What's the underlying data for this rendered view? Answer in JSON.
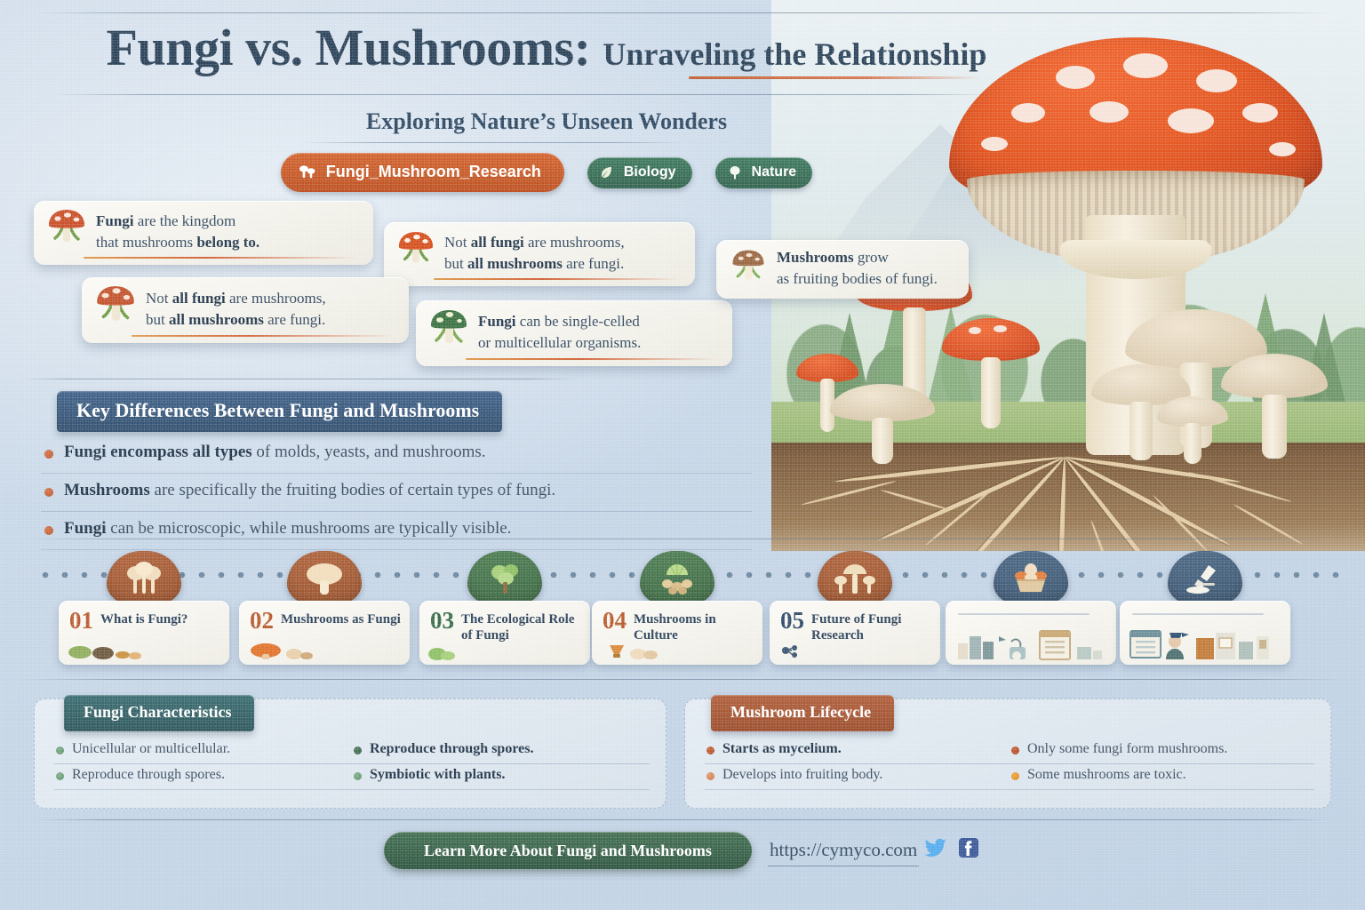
{
  "header": {
    "title_main": "Fungi vs. Mushrooms:",
    "title_sub": "Unraveling the Relationship",
    "subtitle": "Exploring Nature’s Unseen Wonders",
    "badges": {
      "primary": {
        "label": "Fungi_Mushroom_Research",
        "icon": "mushroom-pair-icon",
        "color": "#c95a28"
      },
      "tags": [
        {
          "label": "Biology",
          "icon": "leaf-icon",
          "color": "#3a7059"
        },
        {
          "label": "Nature",
          "icon": "tree-icon",
          "color": "#3a7059"
        }
      ]
    }
  },
  "callouts": [
    {
      "id": "callout-1",
      "lead": "Fungi",
      "mid": " are the kingdom",
      "line2_pre": "that mushrooms ",
      "line2_bold": "belong to.",
      "line2_post": "",
      "icon": "red-mushroom-icon"
    },
    {
      "id": "callout-2",
      "lead": "Not ",
      "mid": "all fungi",
      "tail": " are mushrooms,",
      "line2_pre": "but ",
      "line2_bold": "all mushrooms",
      "line2_post": " are fungi.",
      "icon": "red-mushroom-icon"
    },
    {
      "id": "callout-3",
      "lead": "Not ",
      "mid": "all fungi",
      "tail": " are mushrooms,",
      "line2_pre": "but ",
      "line2_bold": "all mushrooms",
      "line2_post": " are fungi.",
      "icon": "red-mushroom-icon"
    },
    {
      "id": "callout-4",
      "lead": "Fungi",
      "mid": " can be single-celled",
      "line2_pre": "",
      "line2_bold": "",
      "line2_post": "or multicellular organisms.",
      "icon": "green-mushroom-icon"
    },
    {
      "id": "callout-5",
      "lead": "Mushrooms",
      "mid": " grow",
      "line2_pre": "",
      "line2_bold": "",
      "line2_post": "as fruiting bodies of fungi.",
      "icon": "brown-mushroom-icon"
    }
  ],
  "key_differences": {
    "heading": "Key Differences Between Fungi and Mushrooms",
    "heading_color": "#33506f",
    "items": [
      {
        "bold": "Fungi encompass all types",
        "rest": " of molds, yeasts, and mushrooms."
      },
      {
        "bold": "Mushrooms",
        "rest": " are specifically the fruiting bodies of certain types of fungi."
      },
      {
        "bold": "Fungi",
        "rest": " can be microscopic, while mushrooms are typically visible."
      }
    ]
  },
  "timeline": [
    {
      "num": "01",
      "label": "What is Fungi?",
      "num_color": "#b85b2e",
      "blob": "brown",
      "icon": "mushroom-cluster-icon"
    },
    {
      "num": "02",
      "label": "Mushrooms as Fungi",
      "num_color": "#b85b2e",
      "blob": "brown",
      "icon": "button-mushroom-icon"
    },
    {
      "num": "03",
      "label": "The Ecological Role of Fungi",
      "num_color": "#356b48",
      "blob": "green",
      "icon": "tree-icon"
    },
    {
      "num": "04",
      "label": "Mushrooms in Culture",
      "num_color": "#b85b2e",
      "blob": "green",
      "icon": "fungi-colony-icon"
    },
    {
      "num": "05",
      "label": "Future of Fungi Research",
      "num_color": "#2f4b69",
      "blob": "brown",
      "icon": "mushroom-trio-icon"
    },
    {
      "num": "",
      "label": "",
      "num_color": "#2f4b69",
      "blob": "navy",
      "icon": "mushroom-basket-icon"
    },
    {
      "num": "",
      "label": "",
      "num_color": "#2f4b69",
      "blob": "navy",
      "icon": "microscope-icon"
    }
  ],
  "panels": [
    {
      "id": "fungi-characteristics",
      "heading": "Fungi Characteristics",
      "heading_style": "teal",
      "dot_color": "#5d8f6a",
      "left": [
        {
          "bold": "",
          "rest": "Unicellular or multicellular."
        },
        {
          "bold": "",
          "rest": "Reproduce through spores."
        }
      ],
      "right": [
        {
          "bold": "Reproduce through spores.",
          "rest": ""
        },
        {
          "bold": "Symbiotic with plants.",
          "rest": ""
        }
      ]
    },
    {
      "id": "mushroom-lifecycle",
      "heading": "Mushroom Lifecycle",
      "heading_style": "rust",
      "dot_color": "#c05f33",
      "left": [
        {
          "bold": "Starts as mycelium.",
          "rest": ""
        },
        {
          "bold": "",
          "rest": "Develops into fruiting body."
        }
      ],
      "right": [
        {
          "bold": "",
          "rest": "Only some fungi form mushrooms."
        },
        {
          "bold": "",
          "rest": "Some mushrooms are toxic."
        }
      ]
    }
  ],
  "footer": {
    "cta_label": "Learn More About Fungi and Mushrooms",
    "website": "https://cymyco.com",
    "social": [
      {
        "name": "twitter-icon",
        "color": "#55acee"
      },
      {
        "name": "facebook-icon",
        "color": "#3b5998"
      }
    ]
  }
}
